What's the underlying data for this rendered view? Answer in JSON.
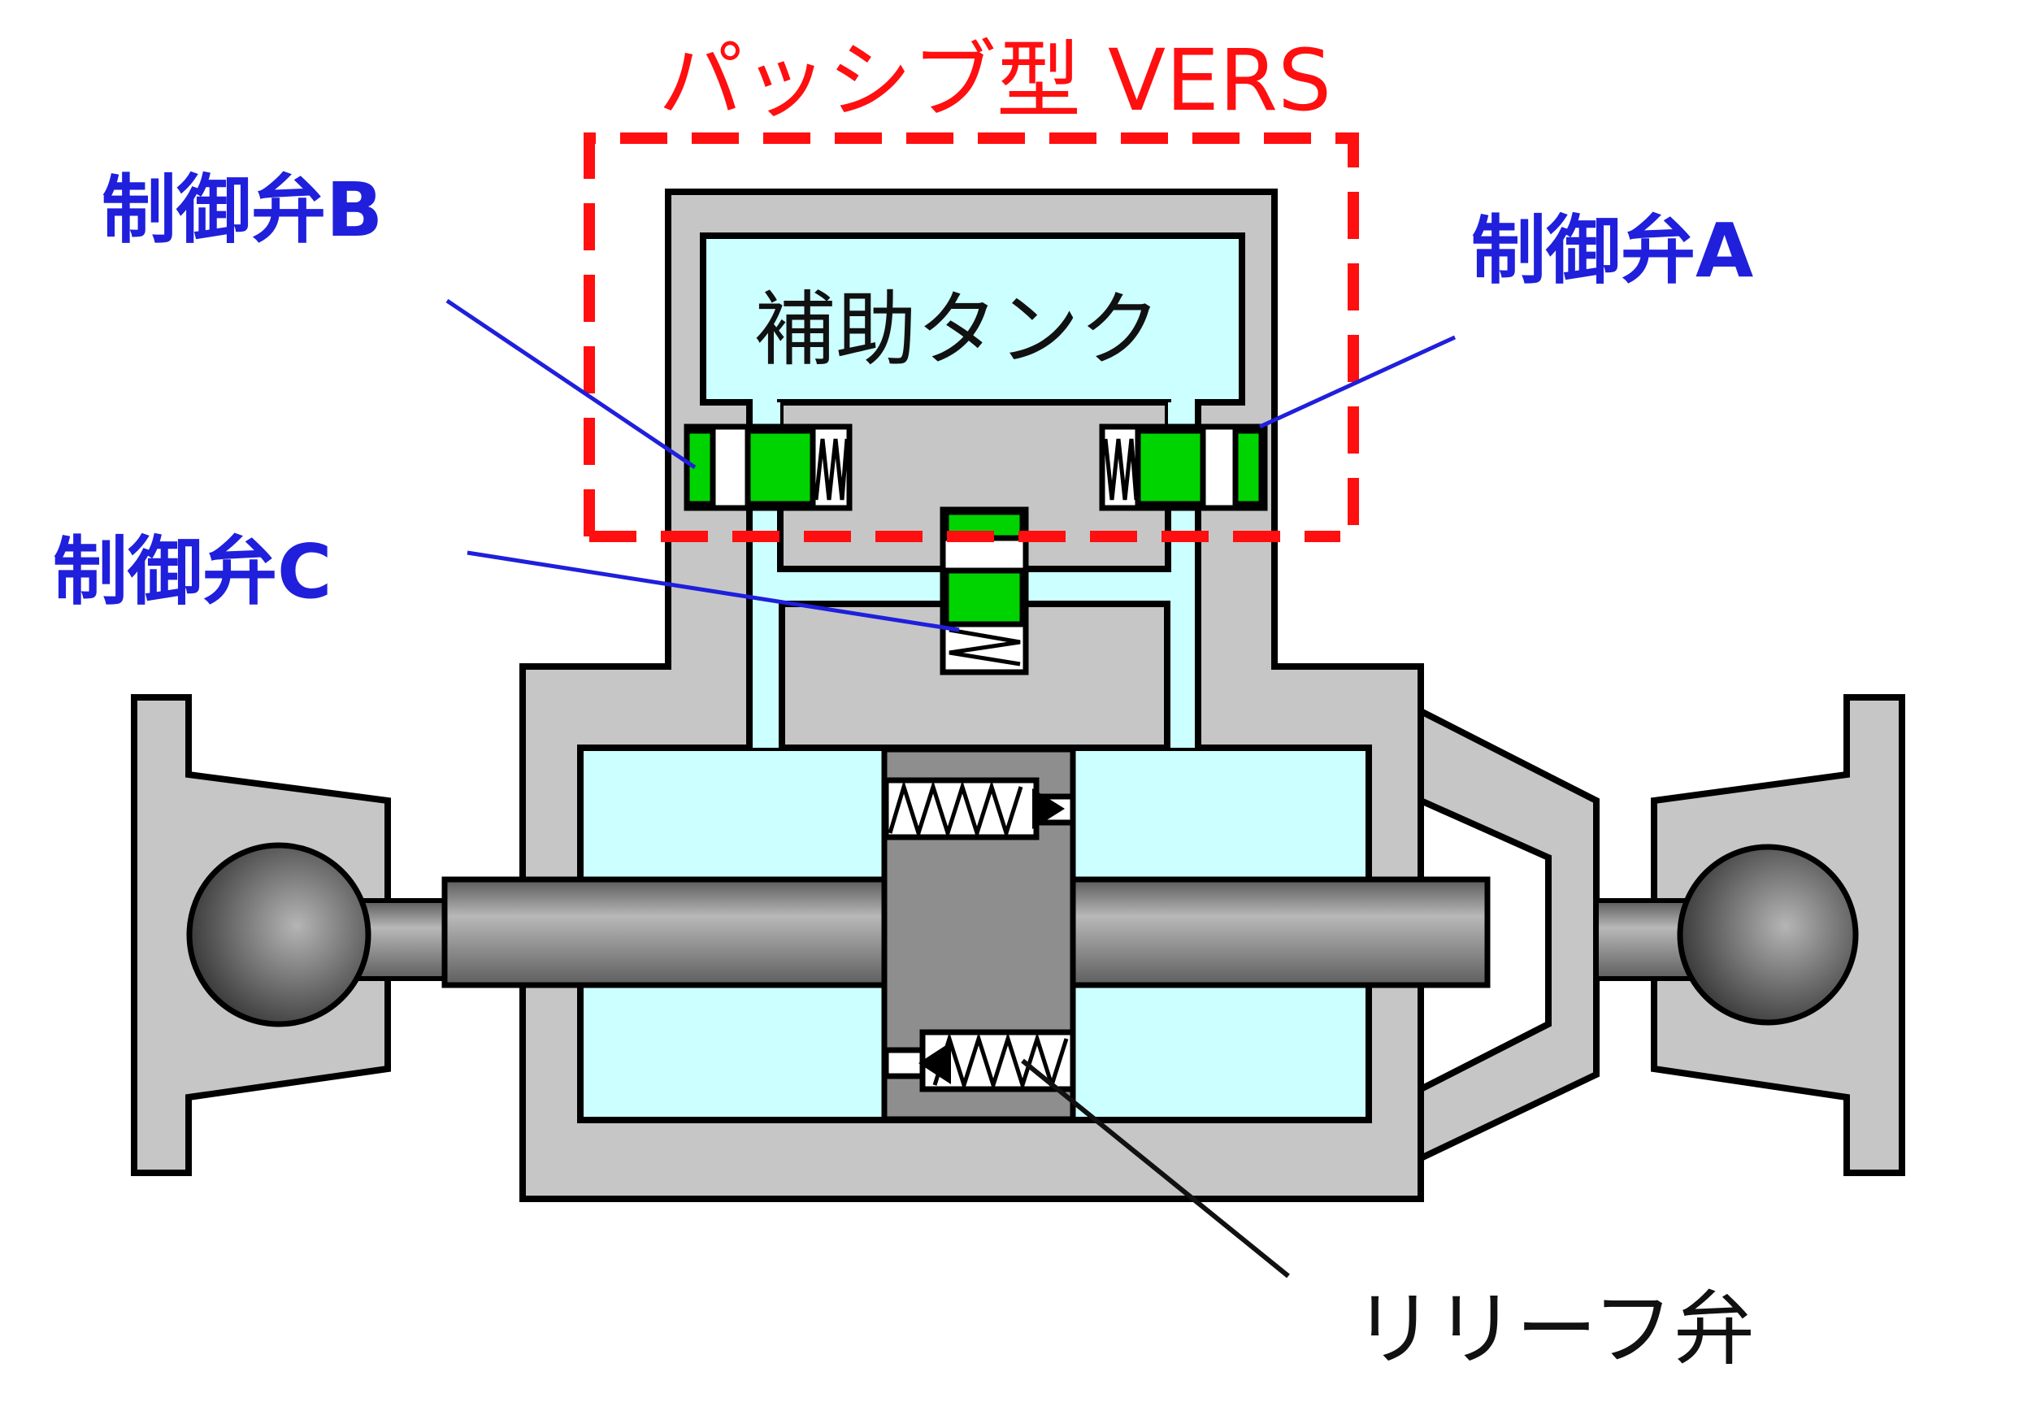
{
  "title": "パッシブ型 VERS",
  "labels": {
    "aux_tank": "補助タンク",
    "valve_a": "制御弁A",
    "valve_b": "制御弁B",
    "valve_c": "制御弁C",
    "relief_valve": "リリーフ弁"
  },
  "colors": {
    "body": "#c6c6c6",
    "fluid": "#ccffff",
    "valve": "#00d400",
    "label_blue": "#1f1fdc",
    "boundary_red": "#ff0f0f"
  }
}
